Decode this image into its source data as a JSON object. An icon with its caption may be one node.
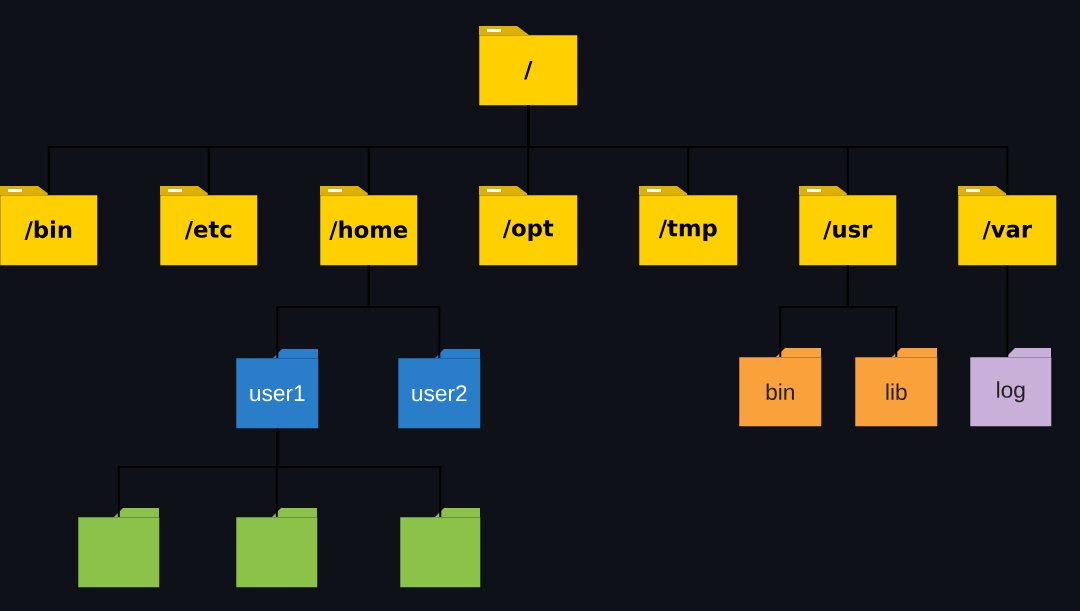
{
  "diagram": {
    "nodes": [
      {
        "text": [
          "/"
        ]
      },
      {
        "text": [
          "/bin"
        ]
      },
      {
        "text": [
          "/etc"
        ]
      },
      {
        "text": [
          "/home"
        ]
      },
      {
        "text": [
          "/opt"
        ]
      },
      {
        "text": [
          "/tmp"
        ]
      },
      {
        "text": [
          "/usr"
        ]
      },
      {
        "text": [
          "/var"
        ]
      },
      {
        "text": [
          "user1"
        ]
      },
      {
        "text": [
          "user2"
        ]
      },
      {
        "text": [
          "bin"
        ]
      },
      {
        "text": [
          "lib"
        ]
      },
      {
        "text": [
          "log"
        ]
      },
      {
        "text": [],
        "shape": "folder"
      },
      {
        "text": [],
        "shape": "folder"
      },
      {
        "text": [],
        "shape": "folder"
      }
    ],
    "edges": [
      {
        "from": 0,
        "to": 1,
        "arrow": "none"
      },
      {
        "from": 0,
        "to": 2,
        "arrow": "none"
      },
      {
        "from": 0,
        "to": 3,
        "arrow": "none"
      },
      {
        "from": 0,
        "to": 4,
        "arrow": "none"
      },
      {
        "from": 0,
        "to": 5,
        "arrow": "none"
      },
      {
        "from": 0,
        "to": 6,
        "arrow": "none"
      },
      {
        "from": 0,
        "to": 7,
        "arrow": "none"
      },
      {
        "from": 3,
        "to": 8,
        "arrow": "none"
      },
      {
        "from": 3,
        "to": 9,
        "arrow": "none"
      },
      {
        "from": 8,
        "to": 13,
        "arrow": "none"
      },
      {
        "from": 8,
        "to": 14,
        "arrow": "none"
      },
      {
        "from": 8,
        "to": 15,
        "arrow": "none"
      },
      {
        "from": 6,
        "to": 10,
        "arrow": "none"
      },
      {
        "from": 6,
        "to": 11,
        "arrow": "none"
      },
      {
        "from": 7,
        "to": 12,
        "arrow": "none"
      }
    ]
  }
}
